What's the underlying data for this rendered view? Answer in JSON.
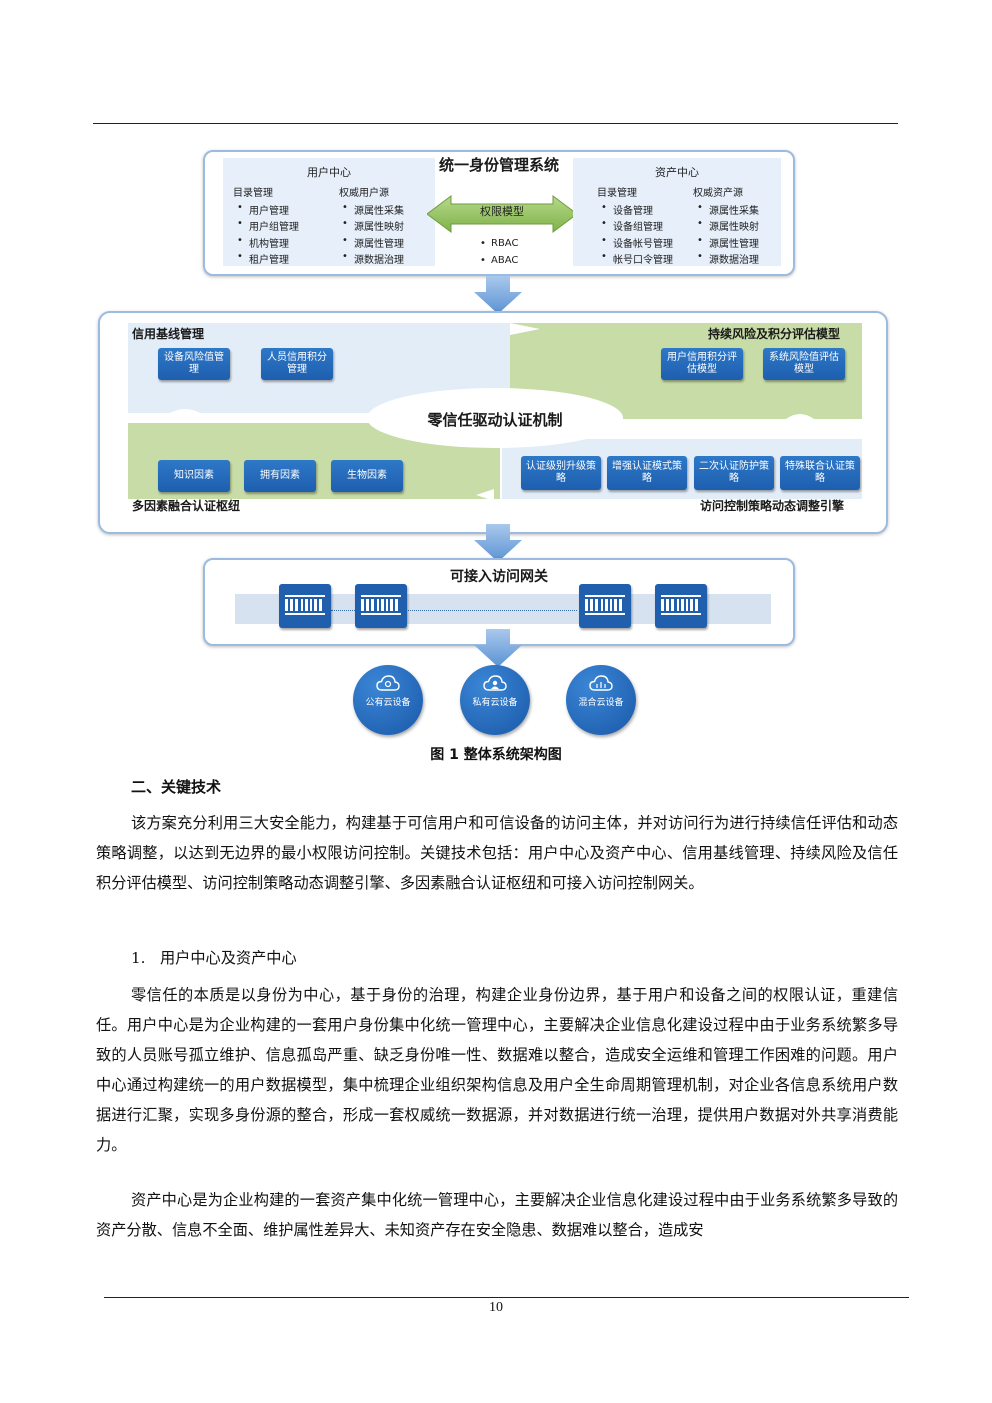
{
  "diagram": {
    "system_title": "统一身份管理系统",
    "user_center": {
      "title": "用户中心",
      "col1_title": "目录管理",
      "col1_items": [
        "用户管理",
        "用户组管理",
        "机构管理",
        "租户管理"
      ],
      "col2_title": "权威用户源",
      "col2_items": [
        "源属性采集",
        "源属性映射",
        "源属性管理",
        "源数据治理"
      ]
    },
    "asset_center": {
      "title": "资产中心",
      "col1_title": "目录管理",
      "col1_items": [
        "设备管理",
        "设备组管理",
        "设备帐号管理",
        "帐号口令管理"
      ],
      "col2_title": "权威资产源",
      "col2_items": [
        "源属性采集",
        "源属性映射",
        "源属性管理",
        "源数据治理"
      ]
    },
    "permission_model": {
      "label": "权限模型",
      "items": [
        "RBAC",
        "ABAC"
      ]
    },
    "middle": {
      "credit_baseline": "信用基线管理",
      "credit_buttons": [
        "设备风险值管理",
        "人员信用积分管理"
      ],
      "risk_model": "持续风险及积分评估模型",
      "risk_buttons": [
        "用户信用积分评估模型",
        "系统风险值评估模型"
      ],
      "center": "零信任驱动认证机制",
      "mfa": "多因素融合认证枢纽",
      "mfa_buttons": [
        "知识因素",
        "拥有因素",
        "生物因素"
      ],
      "policy": "访问控制策略动态调整引擎",
      "policy_buttons": [
        "认证级别升级策略",
        "增强认证模式策略",
        "二次认证防护策略",
        "特殊联合认证策略"
      ]
    },
    "gateway": {
      "title": "可接入访问网关"
    },
    "clouds": [
      {
        "label": "公有云设备"
      },
      {
        "label": "私有云设备"
      },
      {
        "label": "混合云设备"
      }
    ]
  },
  "caption": "图 1 整体系统架构图",
  "section_heading": "二、关键技术",
  "paragraph1": "该方案充分利用三大安全能力，构建基于可信用户和可信设备的访问主体，并对访问行为进行持续信任评估和动态策略调整，以达到无边界的最小权限访问控制。关键技术包括：用户中心及资产中心、信用基线管理、持续风险及信任积分评估模型、访问控制策略动态调整引擎、多因素融合认证枢纽和可接入访问控制网关。",
  "subheading": "1.   用户中心及资产中心",
  "paragraph2": "零信任的本质是以身份为中心，基于身份的治理，构建企业身份边界，基于用户和设备之间的权限认证，重建信任。用户中心是为企业构建的一套用户身份集中化统一管理中心，主要解决企业信息化建设过程中由于业务系统繁多导致的人员账号孤立维护、信息孤岛严重、缺乏身份唯一性、数据难以整合，造成安全运维和管理工作困难的问题。用户中心通过构建统一的用户数据模型，集中梳理企业组织架构信息及用户全生命周期管理机制，对企业各信息系统用户数据进行汇聚，实现多身份源的整合，形成一套权威统一数据源，并对数据进行统一治理，提供用户数据对外共享消费能力。",
  "paragraph3": "资产中心是为企业构建的一套资产集中化统一管理中心，主要解决企业信息化建设过程中由于业务系统繁多导致的资产分散、信息不全面、维护属性差异大、未知资产存在安全隐患、数据难以整合，造成安",
  "page_number": "10"
}
